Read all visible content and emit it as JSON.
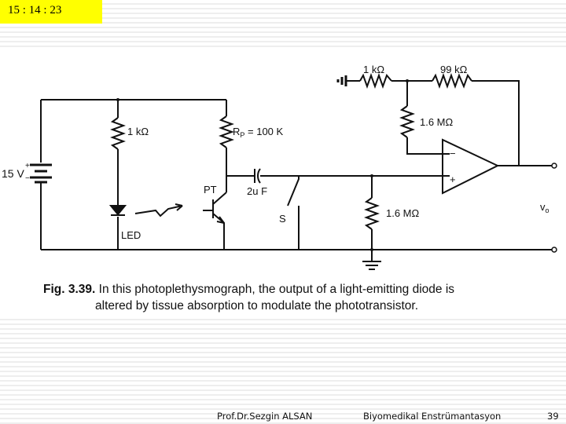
{
  "header": {
    "clock": "15 : 14 : 23"
  },
  "circuit": {
    "supply_label": "15 V",
    "supply_plus": "+",
    "supply_minus": "−",
    "r1_label": "1 kΩ",
    "rp_label": "R",
    "rp_sub": "P",
    "rp_value": " = 100 K",
    "pt_label": "PT",
    "cap_label": "2u F",
    "switch_label": "S",
    "led_label": "LED",
    "r_gnd_label": "1.6 MΩ",
    "rin_label": "1 kΩ",
    "rf_label": "99 kΩ",
    "rbias_label": "1.6 MΩ",
    "opamp_minus": "−",
    "opamp_plus": "+",
    "out_label": "v",
    "out_sub": "o"
  },
  "caption": {
    "fig": "Fig. 3.39.",
    "line1": " In this photoplethysmograph, the output of a light-emitting diode is",
    "line2": "altered by tissue absorption to modulate the phototransistor."
  },
  "footer": {
    "author": "Prof.Dr.Sezgin ALSAN",
    "course": "Biyomedikal Enstrümantasyon",
    "page": "39"
  }
}
